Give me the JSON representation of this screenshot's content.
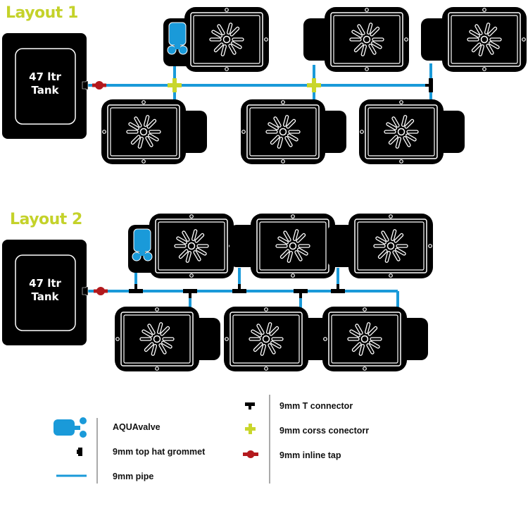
{
  "layouts": [
    {
      "title": "Layout 1",
      "tank_label_line1": "47 ltr",
      "tank_label_line2": "Tank",
      "pot_count": 6,
      "connectors": [
        "inline-tap",
        "cross-connector",
        "cross-connector",
        "t-connector"
      ]
    },
    {
      "title": "Layout 2",
      "tank_label_line1": "47 ltr",
      "tank_label_line2": "Tank",
      "pot_count": 6,
      "connectors": [
        "inline-tap",
        "t-connector",
        "t-connector",
        "t-connector",
        "t-connector",
        "t-connector"
      ]
    }
  ],
  "legend": {
    "left": [
      {
        "icon": "aquavalve-icon",
        "label": "AQUAvalve"
      },
      {
        "icon": "top-hat-grommet-icon",
        "label": "9mm top hat grommet"
      },
      {
        "icon": "pipe-icon",
        "label": "9mm pipe"
      }
    ],
    "right": [
      {
        "icon": "t-connector-icon",
        "label": "9mm T connector"
      },
      {
        "icon": "cross-connector-icon",
        "label": "9mm corss conectorr"
      },
      {
        "icon": "inline-tap-icon",
        "label": "9mm inline tap"
      }
    ]
  },
  "colors": {
    "title": "#c4d22a",
    "pipe": "#1a9ad9",
    "cross": "#c9d62b",
    "tap": "#b3191d",
    "black": "#000000"
  }
}
